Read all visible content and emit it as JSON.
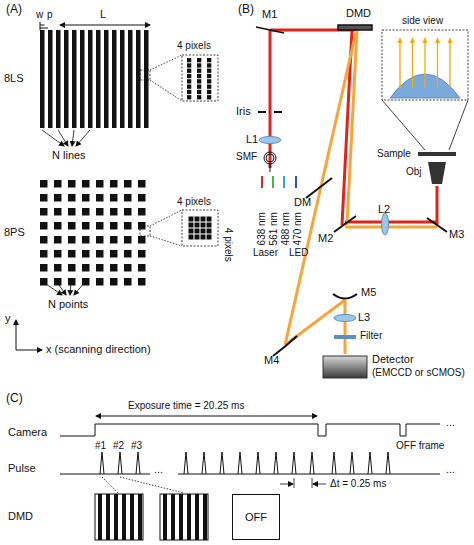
{
  "diagram": {
    "nodes": [
      {
        "text": [
          "OFF"
        ]
      }
    ],
    "labels": [
      "(A)",
      "w",
      "p",
      "L",
      "8LS",
      "4 pixels",
      "N lines",
      "8PS",
      "4 pixels",
      "4 pixels",
      "N points",
      "y",
      "x (scanning direction)",
      "(B)",
      "M1",
      "DMD",
      "side view",
      "Iris",
      "L1",
      "SMF",
      "DM",
      "Sample",
      "Obj",
      "L2",
      "M2",
      "M3",
      "Laser",
      "LED",
      "638 nm",
      "561 nm",
      "488 nm",
      "470 nm",
      "M5",
      "M4",
      "L3",
      "Filter",
      "Detector",
      "(EMCCD or sCMOS)",
      "(C)",
      "Exposure time = 20.25 ms",
      "Camera",
      "#1",
      "#2",
      "#3",
      "Pulse",
      "...",
      "...",
      "OFF frame",
      "...",
      "Δt = 0.25 ms",
      "DMD"
    ]
  }
}
